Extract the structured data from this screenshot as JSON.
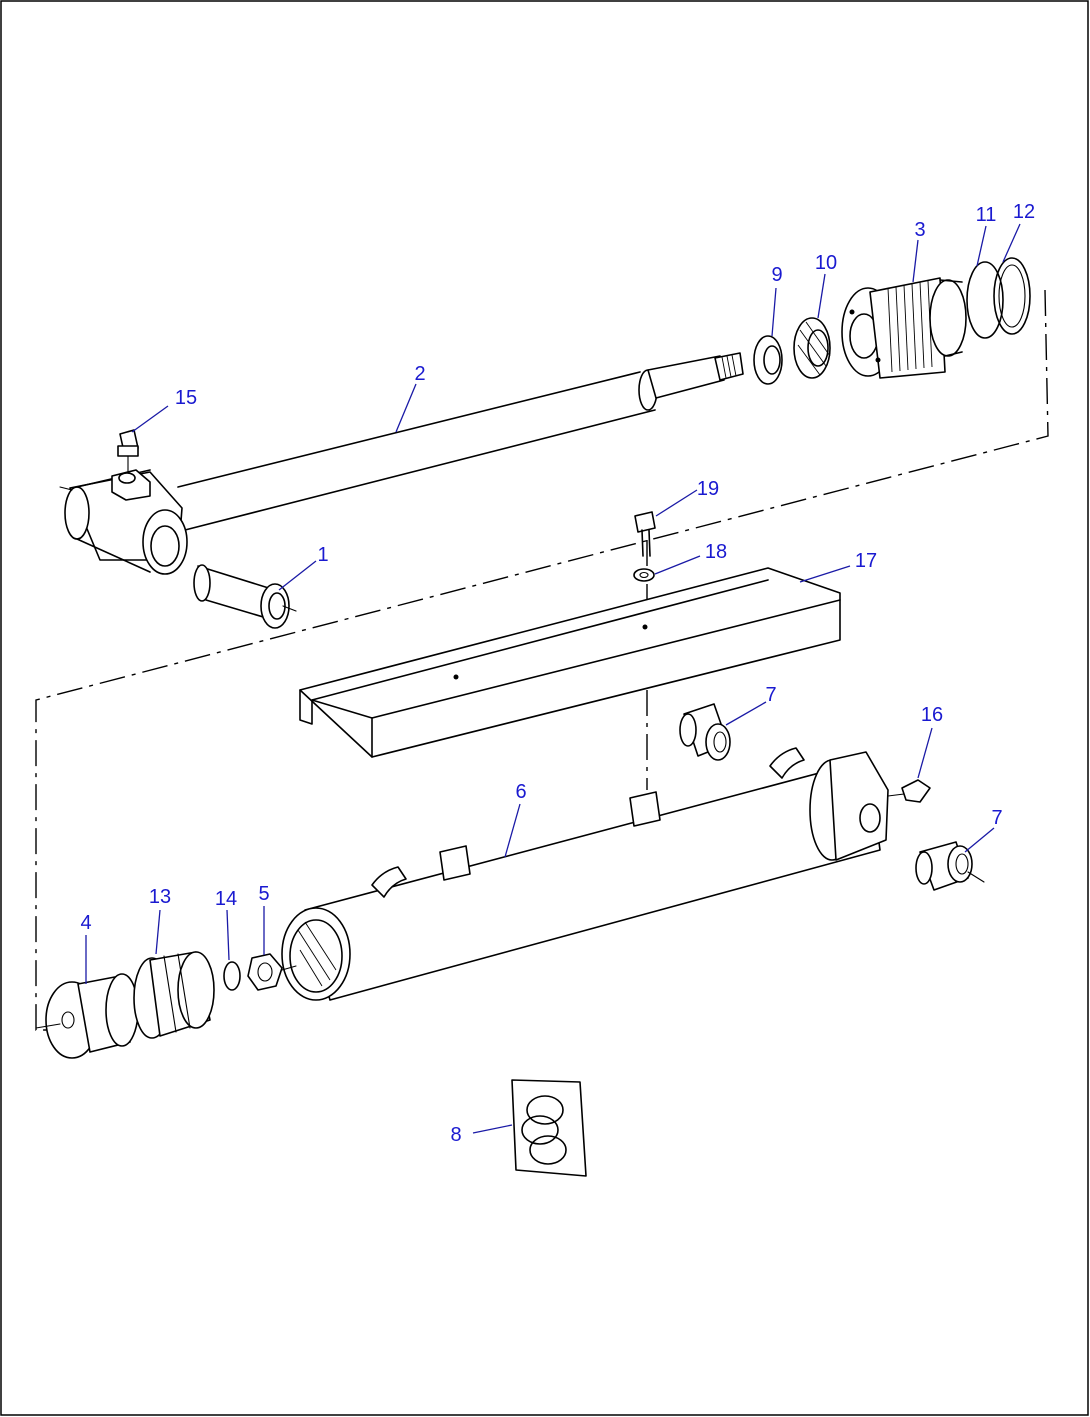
{
  "diagram": {
    "callouts": [
      {
        "id": "c1",
        "text": "1"
      },
      {
        "id": "c2",
        "text": "2"
      },
      {
        "id": "c3",
        "text": "3"
      },
      {
        "id": "c4",
        "text": "4"
      },
      {
        "id": "c5",
        "text": "5"
      },
      {
        "id": "c6",
        "text": "6"
      },
      {
        "id": "c7a",
        "text": "7"
      },
      {
        "id": "c7b",
        "text": "7"
      },
      {
        "id": "c8",
        "text": "8"
      },
      {
        "id": "c9",
        "text": "9"
      },
      {
        "id": "c10",
        "text": "10"
      },
      {
        "id": "c11",
        "text": "11"
      },
      {
        "id": "c12",
        "text": "12"
      },
      {
        "id": "c13",
        "text": "13"
      },
      {
        "id": "c14",
        "text": "14"
      },
      {
        "id": "c15",
        "text": "15"
      },
      {
        "id": "c16",
        "text": "16"
      },
      {
        "id": "c17",
        "text": "17"
      },
      {
        "id": "c18",
        "text": "18"
      },
      {
        "id": "c19",
        "text": "19"
      }
    ],
    "colors": {
      "line": "#000000",
      "callout": "#1a1ad0",
      "background": "#ffffff"
    }
  }
}
